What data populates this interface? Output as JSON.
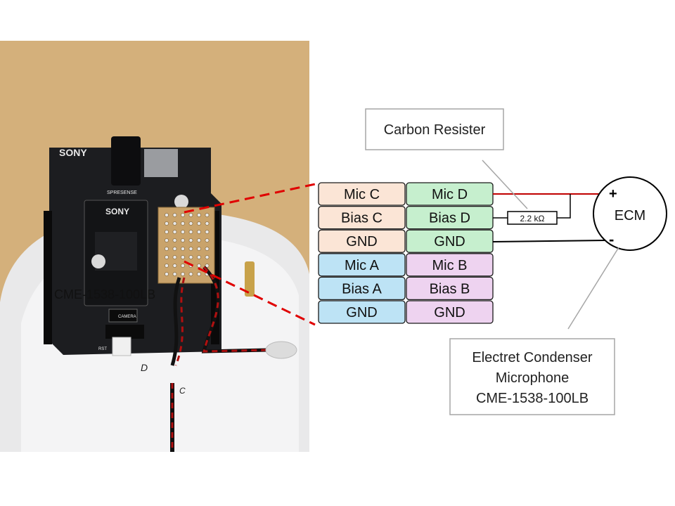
{
  "photo": {
    "board_logo": "SONY",
    "module_logo": "SONY",
    "board_name": "SPRESENSE",
    "overlay_caption": "CME-1538-100LB",
    "camera_label": "CAMERA",
    "rst_label": "RST",
    "handwritten_d": "D",
    "handwritten_c": "C"
  },
  "pins": {
    "left": [
      {
        "label": "Mic C",
        "group": "c"
      },
      {
        "label": "Bias C",
        "group": "c"
      },
      {
        "label": "GND",
        "group": "c"
      },
      {
        "label": "Mic A",
        "group": "a"
      },
      {
        "label": "Bias A",
        "group": "a"
      },
      {
        "label": "GND",
        "group": "a"
      }
    ],
    "right": [
      {
        "label": "Mic D",
        "group": "d"
      },
      {
        "label": "Bias D",
        "group": "d"
      },
      {
        "label": "GND",
        "group": "d"
      },
      {
        "label": "Mic B",
        "group": "b"
      },
      {
        "label": "Bias B",
        "group": "b"
      },
      {
        "label": "GND",
        "group": "b"
      }
    ]
  },
  "colors": {
    "group_c": "#fbe5d6",
    "group_d": "#c6efce",
    "group_a": "#bde3f5",
    "group_b": "#eed3f0",
    "signal_wire": "#c00000",
    "ground_wire": "#000000",
    "zoom_line": "#e00000",
    "callout_line": "#a6a6a6"
  },
  "resistor": {
    "value": "2.2 kΩ"
  },
  "ecm": {
    "label": "ECM",
    "plus": "+",
    "minus": "-"
  },
  "callouts": {
    "resistor": "Carbon Resister",
    "mic_lines": [
      "Electret Condenser",
      "Microphone",
      "CME-1538-100LB"
    ]
  }
}
